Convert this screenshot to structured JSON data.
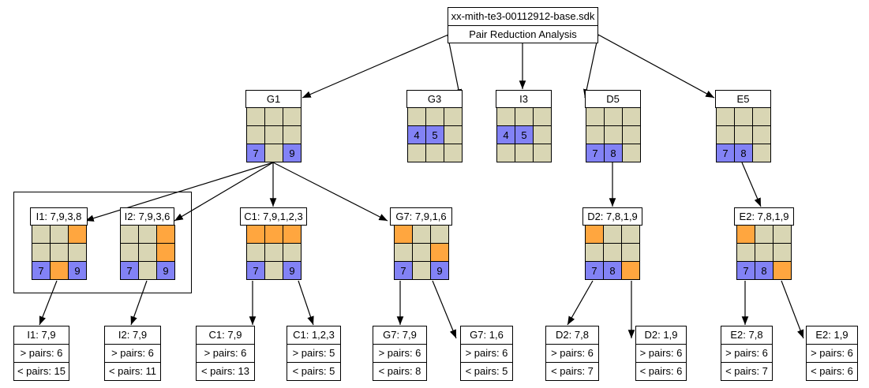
{
  "root": {
    "title": "xx-mith-te3-00112912-base.sdk",
    "subtitle": "Pair Reduction Analysis"
  },
  "level1": [
    {
      "key": "g1",
      "label": "G1",
      "cells": [
        "",
        "",
        "",
        "",
        "",
        "",
        "7",
        "",
        "9"
      ],
      "colors": [
        "n",
        "n",
        "n",
        "n",
        "n",
        "n",
        "b",
        "n",
        "b"
      ]
    },
    {
      "key": "g3",
      "label": "G3",
      "cells": [
        "",
        "",
        "",
        "4",
        "5",
        "",
        "",
        "",
        ""
      ],
      "colors": [
        "n",
        "n",
        "n",
        "b",
        "b",
        "n",
        "n",
        "n",
        "n"
      ]
    },
    {
      "key": "i3",
      "label": "I3",
      "cells": [
        "",
        "",
        "",
        "4",
        "5",
        "",
        "",
        "",
        ""
      ],
      "colors": [
        "n",
        "n",
        "n",
        "b",
        "b",
        "n",
        "n",
        "n",
        "n"
      ]
    },
    {
      "key": "d5",
      "label": "D5",
      "cells": [
        "",
        "",
        "",
        "",
        "",
        "",
        "7",
        "8",
        ""
      ],
      "colors": [
        "n",
        "n",
        "n",
        "n",
        "n",
        "n",
        "b",
        "b",
        "n"
      ]
    },
    {
      "key": "e5",
      "label": "E5",
      "cells": [
        "",
        "",
        "",
        "",
        "",
        "",
        "7",
        "8",
        ""
      ],
      "colors": [
        "n",
        "n",
        "n",
        "n",
        "n",
        "n",
        "b",
        "b",
        "n"
      ]
    }
  ],
  "level2": [
    {
      "key": "i1",
      "label": "I1: 7,9,3,8",
      "cells": [
        "",
        "",
        "",
        "",
        "",
        "",
        "7",
        "",
        "9"
      ],
      "colors": [
        "n",
        "n",
        "o",
        "n",
        "n",
        "n",
        "b",
        "o",
        "b"
      ]
    },
    {
      "key": "i2",
      "label": "I2: 7,9,3,6",
      "cells": [
        "",
        "",
        "",
        "",
        "",
        "",
        "7",
        "",
        "9"
      ],
      "colors": [
        "n",
        "n",
        "o",
        "n",
        "n",
        "o",
        "b",
        "n",
        "b"
      ]
    },
    {
      "key": "c1",
      "label": "C1: 7,9,1,2,3",
      "cells": [
        "",
        "",
        "",
        "",
        "",
        "",
        "7",
        "",
        "9"
      ],
      "colors": [
        "o",
        "o",
        "o",
        "n",
        "n",
        "n",
        "b",
        "n",
        "b"
      ]
    },
    {
      "key": "g7",
      "label": "G7: 7,9,1,6",
      "cells": [
        "",
        "",
        "",
        "",
        "",
        "",
        "7",
        "",
        "9"
      ],
      "colors": [
        "o",
        "n",
        "n",
        "n",
        "n",
        "o",
        "b",
        "n",
        "b"
      ]
    },
    {
      "key": "d2",
      "label": "D2: 7,8,1,9",
      "cells": [
        "",
        "",
        "",
        "",
        "",
        "",
        "7",
        "8",
        ""
      ],
      "colors": [
        "o",
        "n",
        "n",
        "n",
        "n",
        "n",
        "b",
        "b",
        "o"
      ]
    },
    {
      "key": "e2",
      "label": "E2: 7,8,1,9",
      "cells": [
        "",
        "",
        "",
        "",
        "",
        "",
        "7",
        "8",
        ""
      ],
      "colors": [
        "o",
        "n",
        "n",
        "n",
        "n",
        "n",
        "b",
        "b",
        "o"
      ]
    }
  ],
  "leaves": [
    {
      "key": "i1-79",
      "title": "I1: 7,9",
      "gt": "> pairs: 6",
      "lt": "< pairs: 15"
    },
    {
      "key": "i2-79",
      "title": "I2: 7,9",
      "gt": "> pairs: 6",
      "lt": "< pairs: 11"
    },
    {
      "key": "c1-79",
      "title": "C1: 7,9",
      "gt": "> pairs: 6",
      "lt": "< pairs: 13"
    },
    {
      "key": "c1-123",
      "title": "C1: 1,2,3",
      "gt": "> pairs: 5",
      "lt": "< pairs: 5"
    },
    {
      "key": "g7-79",
      "title": "G7: 7,9",
      "gt": "> pairs: 6",
      "lt": "< pairs: 8"
    },
    {
      "key": "g7-16",
      "title": "G7: 1,6",
      "gt": "> pairs: 6",
      "lt": "< pairs: 5"
    },
    {
      "key": "d2-78",
      "title": "D2: 7,8",
      "gt": "> pairs: 6",
      "lt": "< pairs: 7"
    },
    {
      "key": "d2-19",
      "title": "D2: 1,9",
      "gt": "> pairs: 6",
      "lt": "< pairs: 6"
    },
    {
      "key": "e2-78",
      "title": "E2: 7,8",
      "gt": "> pairs: 6",
      "lt": "< pairs: 7"
    },
    {
      "key": "e2-19",
      "title": "E2: 1,9",
      "gt": "> pairs: 6",
      "lt": "< pairs: 6"
    }
  ],
  "colors": {
    "neutral": "#d9d6b4",
    "blue": "#8282f5",
    "orange": "#ffa63f"
  }
}
